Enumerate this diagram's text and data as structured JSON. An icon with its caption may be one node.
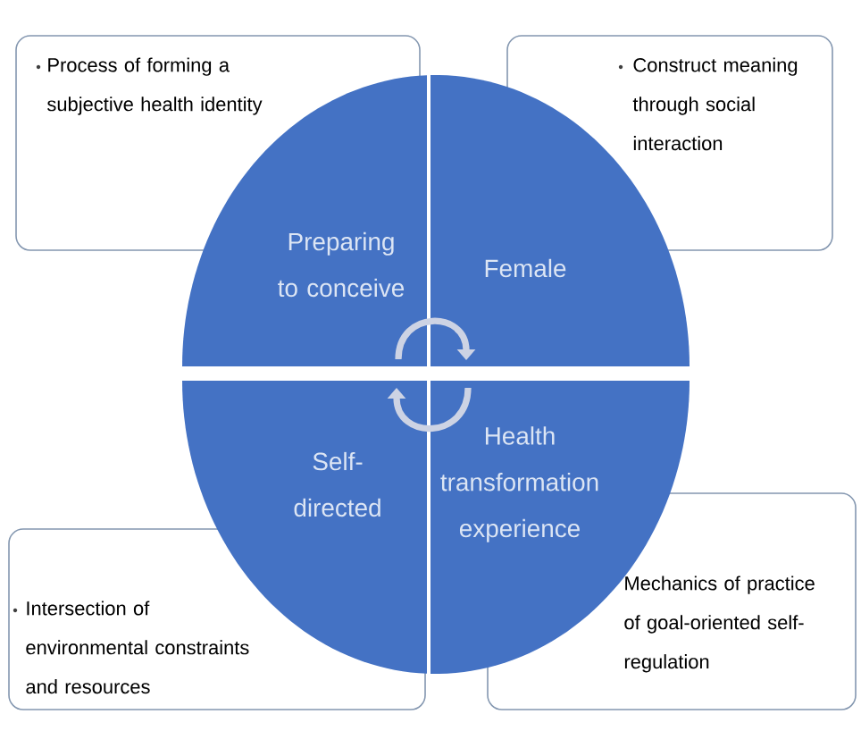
{
  "diagram": {
    "nodes": [
      {
        "text": [
          "Process of forming a subjective health identity"
        ]
      },
      {
        "text": [
          "Construct meaning through social interaction"
        ]
      },
      {
        "text": [
          "Preparing to conceive"
        ]
      },
      {
        "text": [
          "Female"
        ]
      },
      {
        "text": [
          "Self-directed"
        ]
      },
      {
        "text": [
          "Health transformation experience"
        ]
      },
      {
        "text": [
          "Intersection of environmental constraints and resources"
        ]
      },
      {
        "text": [
          "Mechanics of practice of goal-oriented self-regulation"
        ]
      }
    ],
    "edges": [
      {
        "from": 2,
        "to": 3,
        "arrow": "to"
      },
      {
        "from": 5,
        "to": 4,
        "arrow": "to"
      }
    ]
  }
}
